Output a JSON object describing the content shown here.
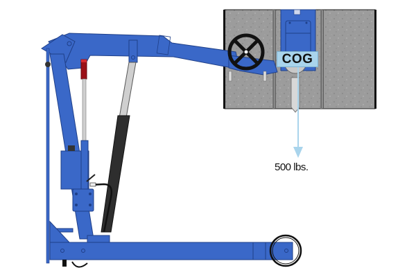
{
  "diagram": {
    "subject": "Engine hoist lifting valve load",
    "labels": {
      "center_of_gravity": "COG",
      "load_weight": "500 lbs."
    },
    "colors": {
      "frame_blue": "#3a68c8",
      "frame_outline": "#1f3f88",
      "load_gray": "#9a9a9a",
      "cylinder_black": "#2e2e2e",
      "arrow_light_blue": "#a9d4ec",
      "handle_red": "#c0141a"
    }
  }
}
